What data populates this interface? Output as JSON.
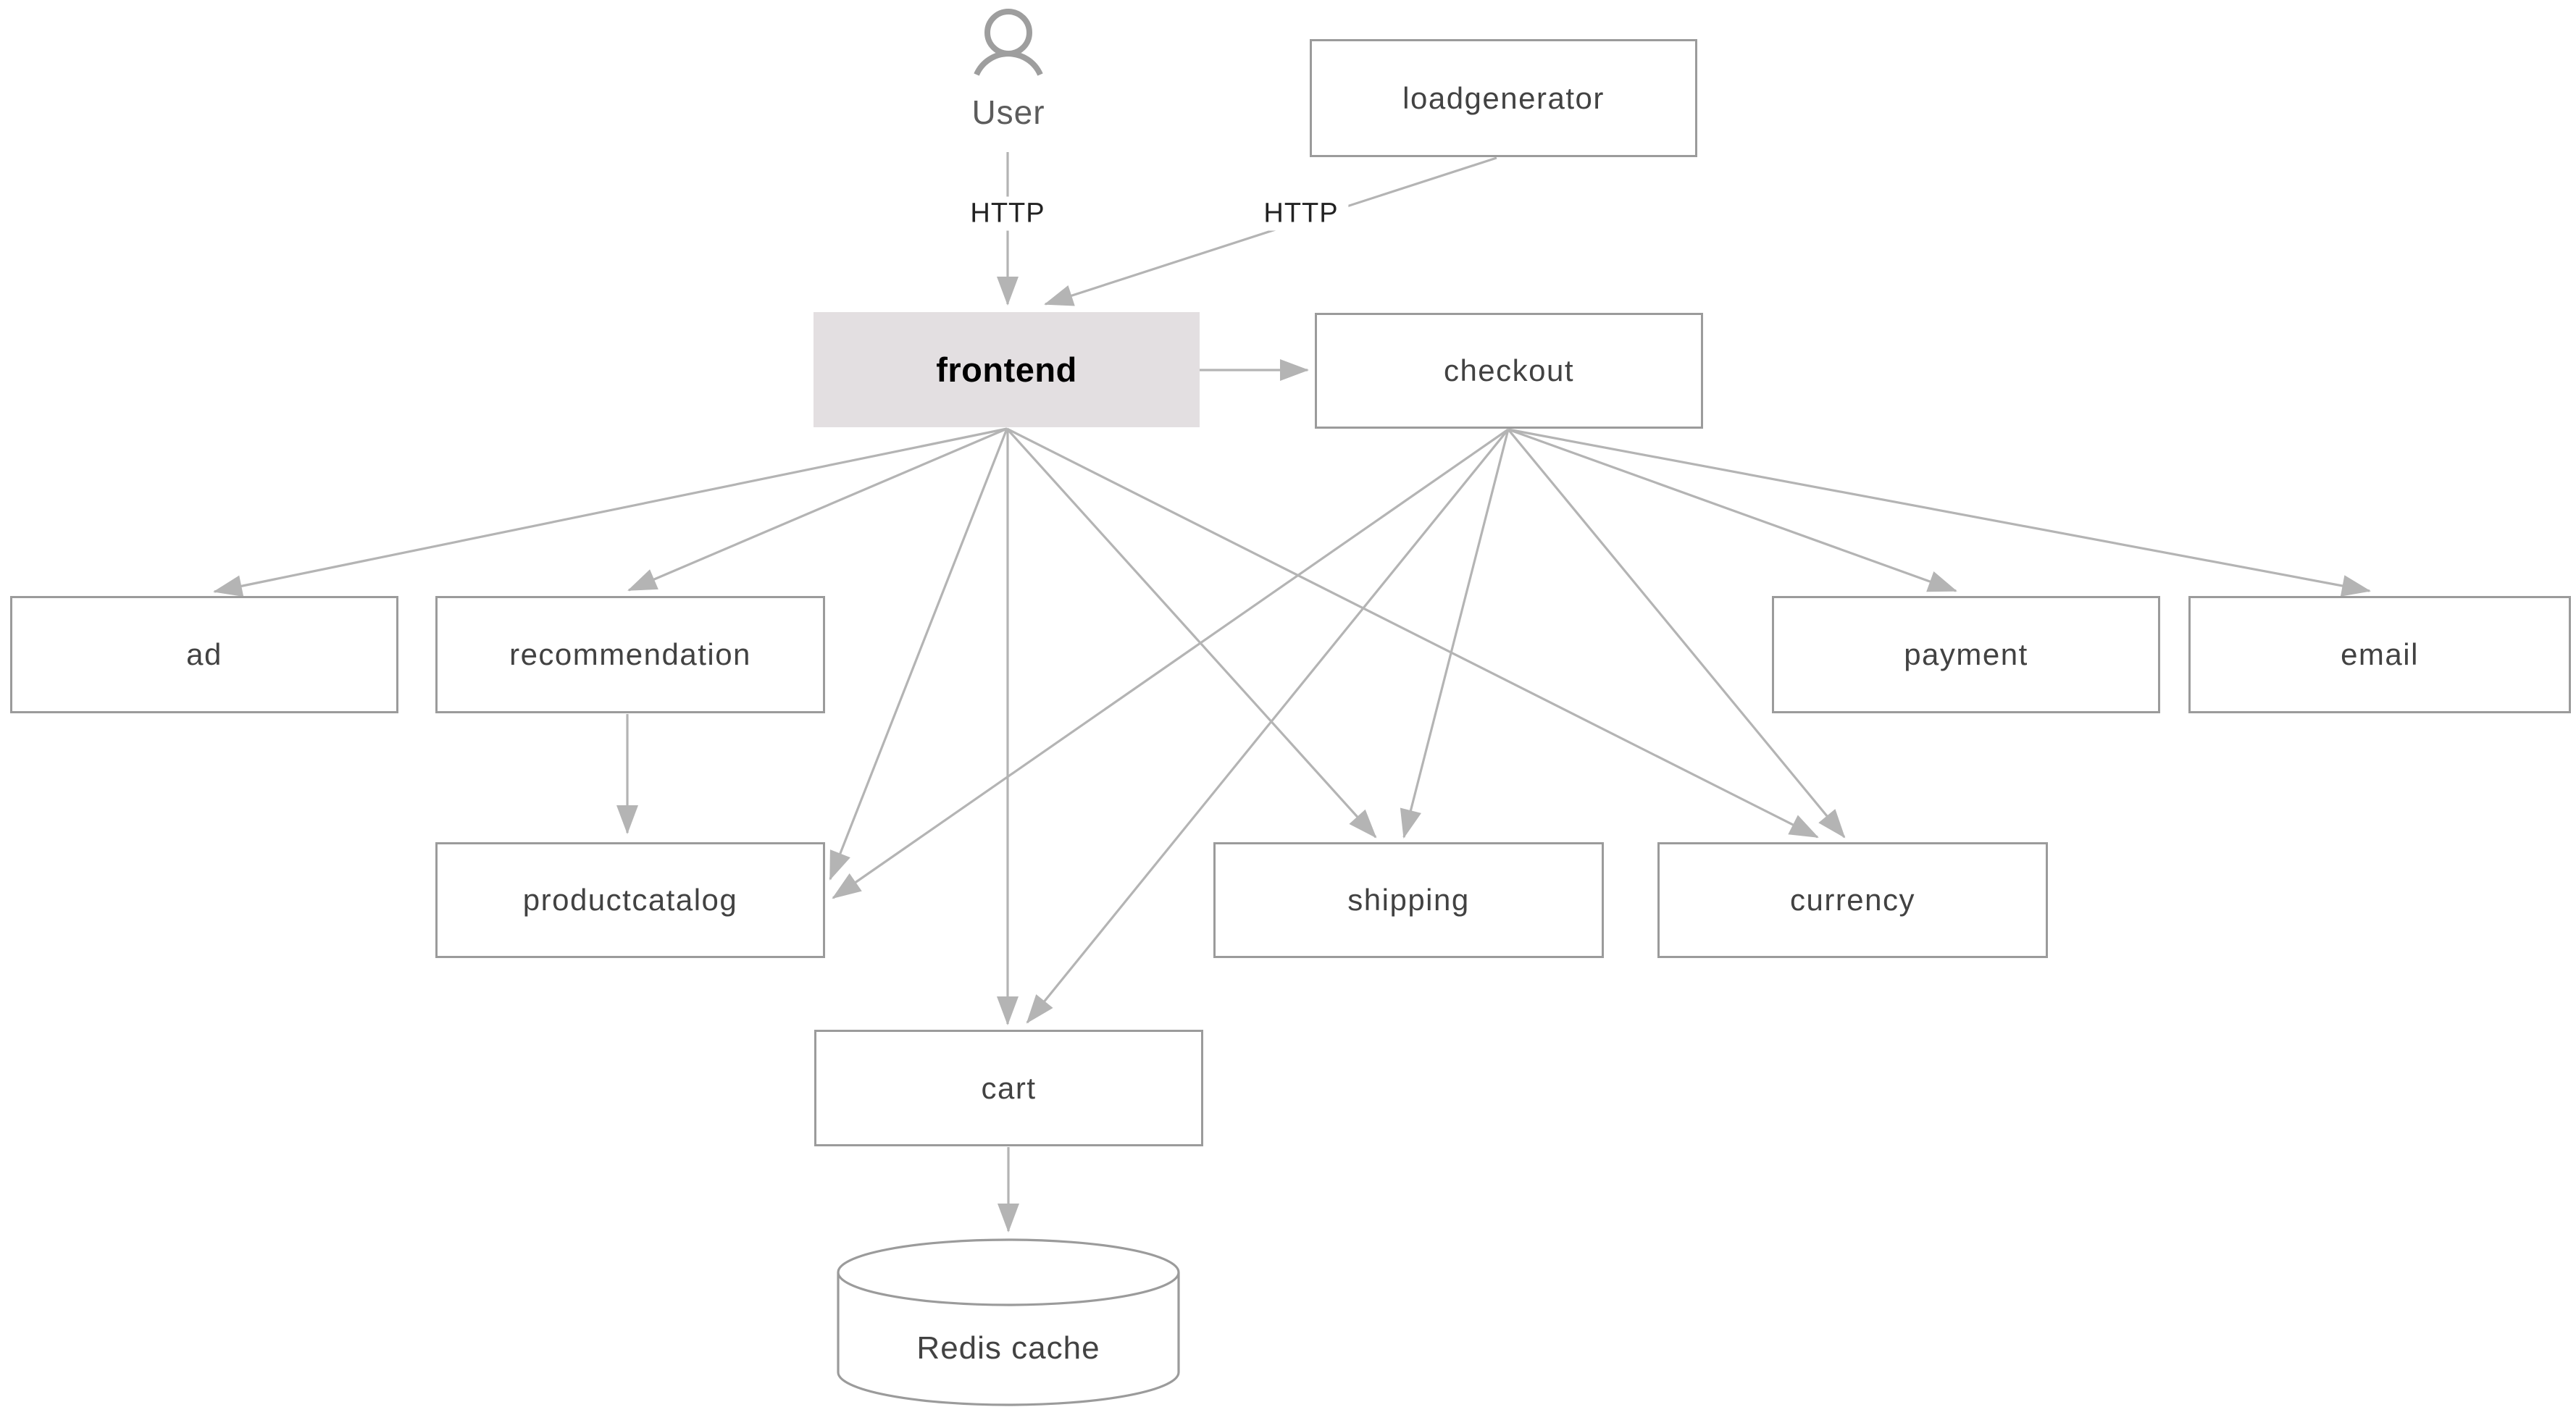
{
  "diagram": {
    "kind": "microservices-architecture",
    "colors": {
      "background": "#ffffff",
      "node_border": "#9b9b9b",
      "node_fill": "#ffffff",
      "frontend_fill": "#e3dfe1",
      "edge": "#b4b4b4",
      "label_text": "#424242",
      "http_text": "#222222",
      "user_text": "#5c5c5c",
      "icon": "#9e9e9e"
    }
  },
  "nodes": {
    "user": {
      "label": "User",
      "type": "actor"
    },
    "loadgenerator": {
      "label": "loadgenerator",
      "type": "service"
    },
    "frontend": {
      "label": "frontend",
      "type": "service",
      "highlighted": true
    },
    "checkout": {
      "label": "checkout",
      "type": "service"
    },
    "ad": {
      "label": "ad",
      "type": "service"
    },
    "recommendation": {
      "label": "recommendation",
      "type": "service"
    },
    "payment": {
      "label": "payment",
      "type": "service"
    },
    "email": {
      "label": "email",
      "type": "service"
    },
    "productcatalog": {
      "label": "productcatalog",
      "type": "service"
    },
    "shipping": {
      "label": "shipping",
      "type": "service"
    },
    "currency": {
      "label": "currency",
      "type": "service"
    },
    "cart": {
      "label": "cart",
      "type": "service"
    },
    "redis": {
      "label": "Redis cache",
      "type": "database"
    }
  },
  "edges": [
    {
      "from": "user",
      "to": "frontend",
      "label": "HTTP"
    },
    {
      "from": "loadgenerator",
      "to": "frontend",
      "label": "HTTP"
    },
    {
      "from": "frontend",
      "to": "checkout"
    },
    {
      "from": "frontend",
      "to": "ad"
    },
    {
      "from": "frontend",
      "to": "recommendation"
    },
    {
      "from": "frontend",
      "to": "productcatalog"
    },
    {
      "from": "frontend",
      "to": "cart"
    },
    {
      "from": "frontend",
      "to": "shipping"
    },
    {
      "from": "frontend",
      "to": "currency"
    },
    {
      "from": "checkout",
      "to": "productcatalog"
    },
    {
      "from": "checkout",
      "to": "cart"
    },
    {
      "from": "checkout",
      "to": "shipping"
    },
    {
      "from": "checkout",
      "to": "currency"
    },
    {
      "from": "checkout",
      "to": "payment"
    },
    {
      "from": "checkout",
      "to": "email"
    },
    {
      "from": "recommendation",
      "to": "productcatalog"
    },
    {
      "from": "cart",
      "to": "redis"
    }
  ]
}
